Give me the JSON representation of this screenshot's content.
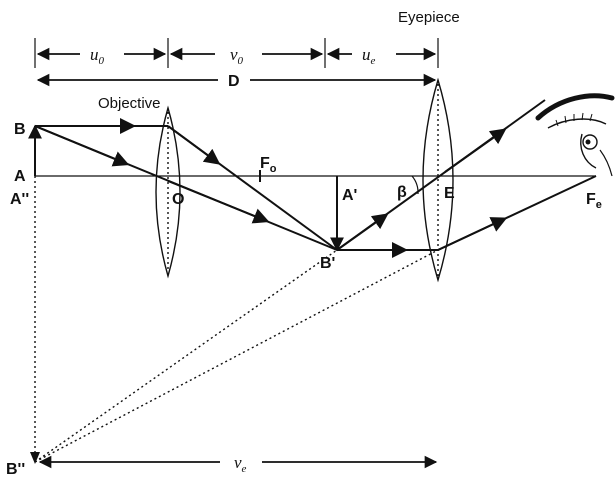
{
  "labels": {
    "eyepiece": "Eyepiece",
    "objective": "Objective",
    "u0_main": "u",
    "u0_sub": "0",
    "v0_main": "v",
    "v0_sub": "0",
    "ue_main": "u",
    "ue_sub": "e",
    "D": "D",
    "ve_main": "v",
    "ve_sub": "e",
    "B": "B",
    "A": "A",
    "A_double_prime": "A''",
    "O": "O",
    "Fo_main": "F",
    "Fo_sub": "o",
    "A_prime": "A'",
    "beta": "β",
    "E": "E",
    "Fe_main": "F",
    "Fe_sub": "e",
    "B_prime": "B'",
    "B_double_prime": "B''"
  },
  "colors": {
    "ink": "#111111",
    "background": "#ffffff"
  }
}
